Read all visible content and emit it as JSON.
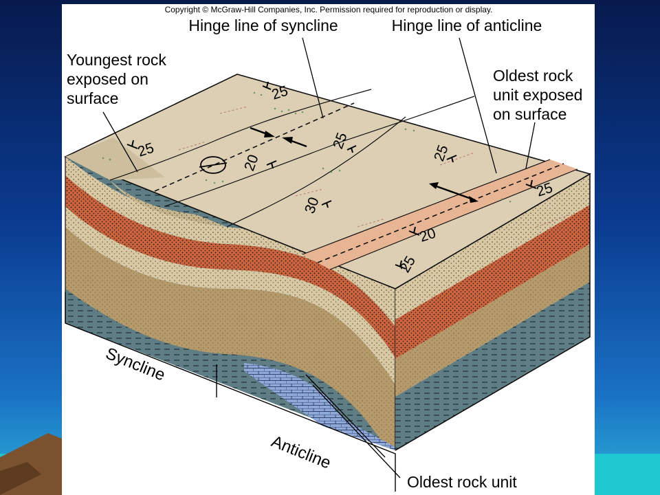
{
  "copyright": "Copyright © McGraw-Hill Companies, Inc. Permission required for reproduction or display.",
  "labels": {
    "hinge_syncline": "Hinge line of syncline",
    "hinge_anticline": "Hinge line of anticline",
    "youngest_l1": "Youngest rock",
    "youngest_l2": "exposed on",
    "youngest_l3": "surface",
    "oldest_exp_l1": "Oldest rock",
    "oldest_exp_l2": "unit exposed",
    "oldest_exp_l3": "on surface",
    "syncline": "Syncline",
    "anticline": "Anticline",
    "oldest_unit": "Oldest rock unit"
  },
  "dips": {
    "d1": "25",
    "d2": "25",
    "d3": "20",
    "d4": "25",
    "d5": "25",
    "d6": "30",
    "d7": "25",
    "d8": "20",
    "d9": "25"
  },
  "colors": {
    "sky_top": "#0a1f5c",
    "sky_mid": "#0b3c8f",
    "sea": "#1fb6c9",
    "tan_surface": "#dccfb4",
    "sand_layer": "#d8c9a4",
    "red_layer": "#c9643e",
    "olive_layer": "#b59a6b",
    "slate_layer": "#5e7d84",
    "limestone": "#8ea8d8",
    "anticline_band": "#e8b594"
  }
}
